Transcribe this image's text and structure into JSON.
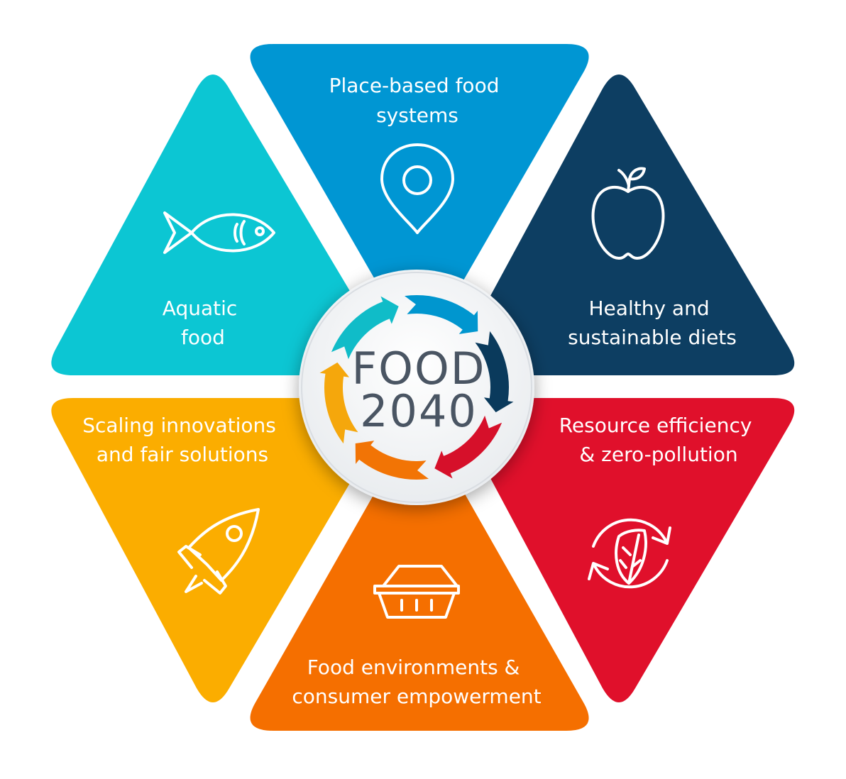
{
  "diagram": {
    "center": {
      "line1": "FOOD",
      "line2": "2040",
      "ring_colors": [
        "#0096cf",
        "#0a3a5c",
        "#d6102a",
        "#f27405",
        "#f5a70c",
        "#10bcc8"
      ],
      "text_color": "#4a5563"
    },
    "segments": [
      {
        "id": "place-based",
        "label_lines": [
          "Place-based food",
          "systems"
        ],
        "color": "#0096d3",
        "icon": "map-pin-icon"
      },
      {
        "id": "healthy-diets",
        "label_lines": [
          "Healthy and",
          "sustainable diets"
        ],
        "color": "#0d3e62",
        "icon": "apple-icon"
      },
      {
        "id": "resource-efficiency",
        "label_lines": [
          "Resource efficiency",
          "& zero-pollution"
        ],
        "color": "#e0102b",
        "icon": "recycle-leaf-icon"
      },
      {
        "id": "food-environments",
        "label_lines": [
          "Food environments &",
          "consumer empowerment"
        ],
        "color": "#f56f00",
        "icon": "shopping-basket-icon"
      },
      {
        "id": "scaling-innovations",
        "label_lines": [
          "Scaling innovations",
          "and fair solutions"
        ],
        "color": "#fbad00",
        "icon": "rocket-icon"
      },
      {
        "id": "aquatic-food",
        "label_lines": [
          "Aquatic",
          "food"
        ],
        "color": "#0cc6d3",
        "icon": "fish-icon"
      }
    ]
  }
}
